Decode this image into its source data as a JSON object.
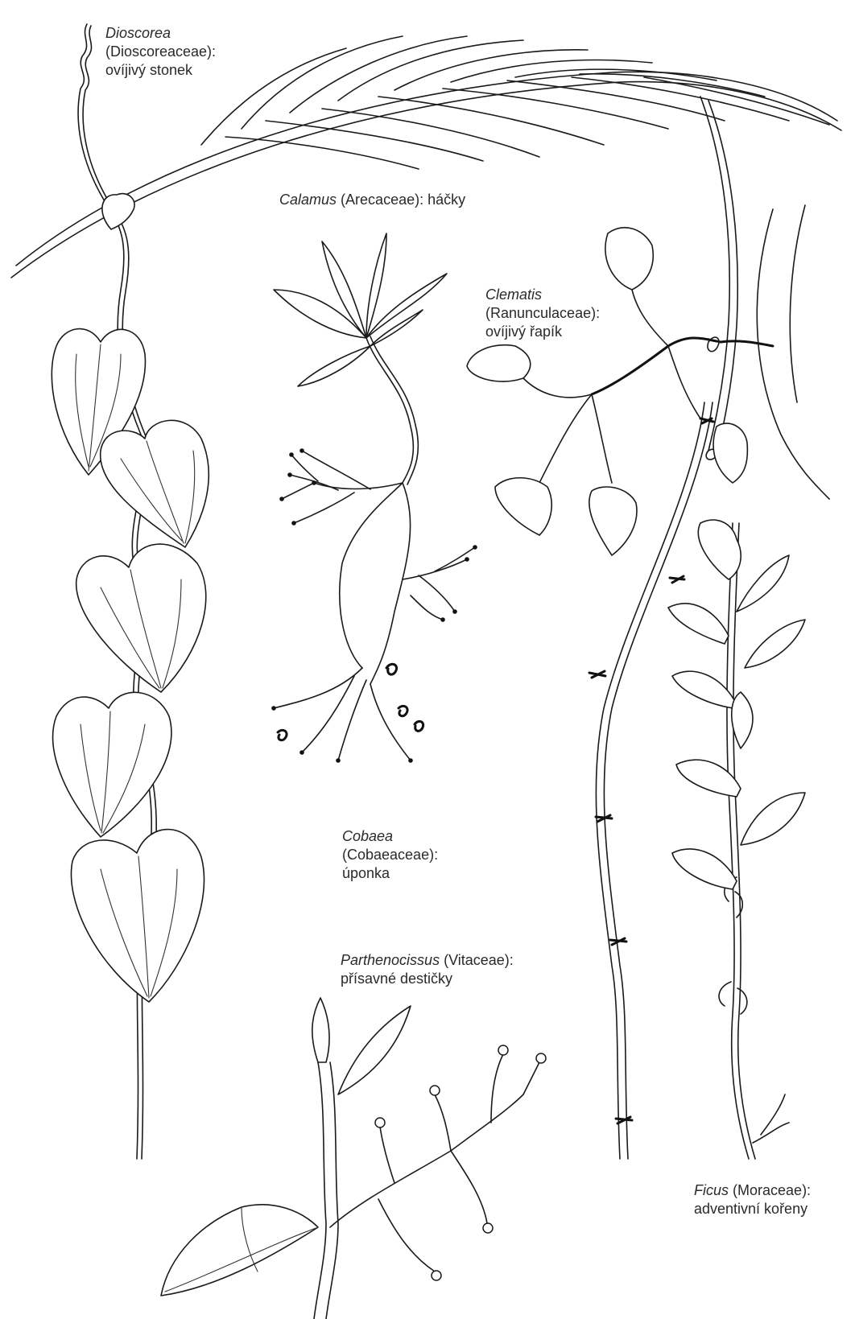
{
  "labels": {
    "dioscorea": {
      "genus": "Dioscorea",
      "family": "(Dioscoreaceae):",
      "desc": "ovíjivý stonek"
    },
    "calamus": {
      "genus": "Calamus",
      "family": "(Arecaceae): háčky"
    },
    "clematis": {
      "genus": "Clematis",
      "family": "(Ranunculaceae):",
      "desc": "ovíjivý řapík"
    },
    "cobaea": {
      "genus": "Cobaea",
      "family": "(Cobaeaceae):",
      "desc": "úponka"
    },
    "parthenocissus": {
      "genus": "Parthenocissus",
      "family": "(Vitaceae):",
      "desc": "přísavné destičky"
    },
    "ficus": {
      "genus": "Ficus",
      "family": "(Moraceae):",
      "desc": "adventivní kořeny"
    }
  }
}
